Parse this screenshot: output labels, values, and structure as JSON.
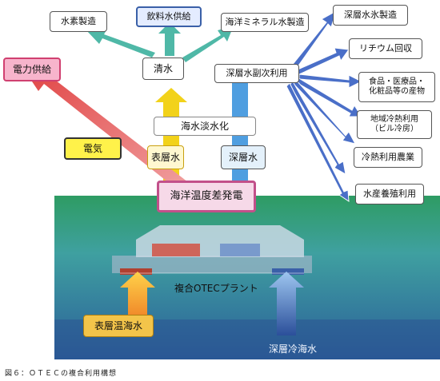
{
  "colors": {
    "ocean_top": "#2e9c63",
    "ocean_deep": "#2b5f9a",
    "warm_arrow": "#e0483f",
    "yellow_arrow": "#f2d21a",
    "teal_arrow": "#4fb8a7",
    "blue_arrow": "#3a66c4",
    "power_box": "#e35c8e",
    "electricity_box": "#fff24a"
  },
  "nodes": {
    "hydrogen": "水素製造",
    "drinking_water": "飲料水供給",
    "mineral_water": "海洋ミネラル水製造",
    "deep_ice": "深層水氷製造",
    "lithium": "リチウム回収",
    "food_pharma": "食品・医療品・\n化粧品等の産物",
    "district_cooling": "地域冷熱利用\n（ビル冷房）",
    "cooling_agri": "冷熱利用農業",
    "aquaculture": "水産養殖利用",
    "power_supply": "電力供給",
    "electricity": "電気",
    "fresh_water": "清水",
    "secondary_use": "深層水副次利用",
    "desalination": "海水淡水化",
    "surface_water": "表層水",
    "deep_water": "深層水",
    "otec_gen": "海洋温度差発電",
    "plant": "複合OTECプラント",
    "warm_surface_seawater": "表層温海水",
    "cold_deep_seawater": "深層冷海水"
  },
  "caption": "図６：ＯＴＥＣの複合利用構想"
}
